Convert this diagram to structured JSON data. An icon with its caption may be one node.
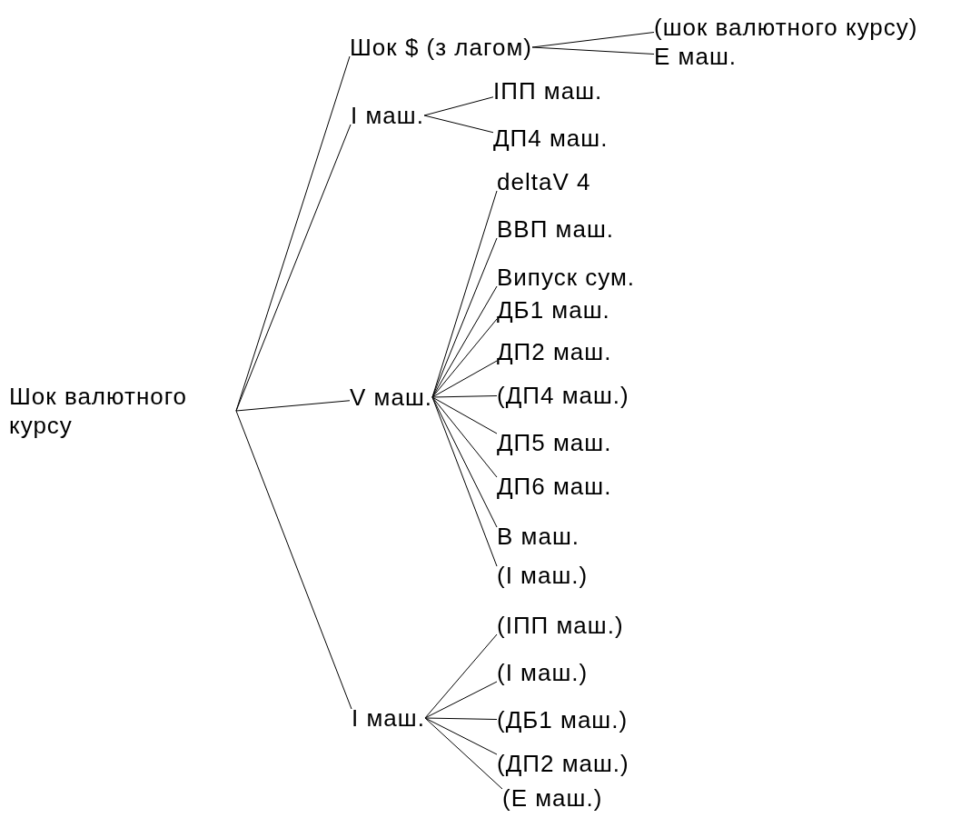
{
  "diagram": {
    "nodes": [
      {
        "text": [
          "Шок валютного курсу"
        ]
      },
      {
        "text": [
          "Шок $ (з лагом)"
        ]
      },
      {
        "text": [
          "(шок валютного курсу)"
        ]
      },
      {
        "text": [
          "Е маш."
        ]
      },
      {
        "text": [
          "І маш."
        ]
      },
      {
        "text": [
          "ІПП маш."
        ]
      },
      {
        "text": [
          "ДП4 маш."
        ]
      },
      {
        "text": [
          "V маш."
        ]
      },
      {
        "text": [
          "deltaV 4"
        ]
      },
      {
        "text": [
          "ВВП маш."
        ]
      },
      {
        "text": [
          "Випуск сум."
        ]
      },
      {
        "text": [
          "ДБ1 маш."
        ]
      },
      {
        "text": [
          "ДП2 маш."
        ]
      },
      {
        "text": [
          "(ДП4 маш.)"
        ]
      },
      {
        "text": [
          "ДП5 маш."
        ]
      },
      {
        "text": [
          "ДП6 маш."
        ]
      },
      {
        "text": [
          "В маш."
        ]
      },
      {
        "text": [
          "(І маш.)"
        ]
      },
      {
        "text": [
          "І маш."
        ]
      },
      {
        "text": [
          "(ІПП маш.)"
        ]
      },
      {
        "text": [
          "(І маш.)"
        ]
      },
      {
        "text": [
          "(ДБ1 маш.)"
        ]
      },
      {
        "text": [
          "(ДП2 маш.)"
        ]
      },
      {
        "text": [
          "(Е маш.)"
        ]
      }
    ],
    "edges": [
      {
        "from": 0,
        "to": 1,
        "arrow": "none"
      },
      {
        "from": 0,
        "to": 4,
        "arrow": "none"
      },
      {
        "from": 0,
        "to": 7,
        "arrow": "none"
      },
      {
        "from": 0,
        "to": 18,
        "arrow": "none"
      },
      {
        "from": 1,
        "to": 2,
        "arrow": "none"
      },
      {
        "from": 1,
        "to": 3,
        "arrow": "none"
      },
      {
        "from": 4,
        "to": 5,
        "arrow": "none"
      },
      {
        "from": 4,
        "to": 6,
        "arrow": "none"
      },
      {
        "from": 7,
        "to": 8,
        "arrow": "none"
      },
      {
        "from": 7,
        "to": 9,
        "arrow": "none"
      },
      {
        "from": 7,
        "to": 10,
        "arrow": "none"
      },
      {
        "from": 7,
        "to": 11,
        "arrow": "none"
      },
      {
        "from": 7,
        "to": 12,
        "arrow": "none"
      },
      {
        "from": 7,
        "to": 13,
        "arrow": "none"
      },
      {
        "from": 7,
        "to": 14,
        "arrow": "none"
      },
      {
        "from": 7,
        "to": 15,
        "arrow": "none"
      },
      {
        "from": 7,
        "to": 16,
        "arrow": "none"
      },
      {
        "from": 7,
        "to": 17,
        "arrow": "none"
      },
      {
        "from": 18,
        "to": 19,
        "arrow": "none"
      },
      {
        "from": 18,
        "to": 20,
        "arrow": "none"
      },
      {
        "from": 18,
        "to": 21,
        "arrow": "none"
      },
      {
        "from": 18,
        "to": 22,
        "arrow": "none"
      },
      {
        "from": 18,
        "to": 23,
        "arrow": "none"
      }
    ]
  }
}
